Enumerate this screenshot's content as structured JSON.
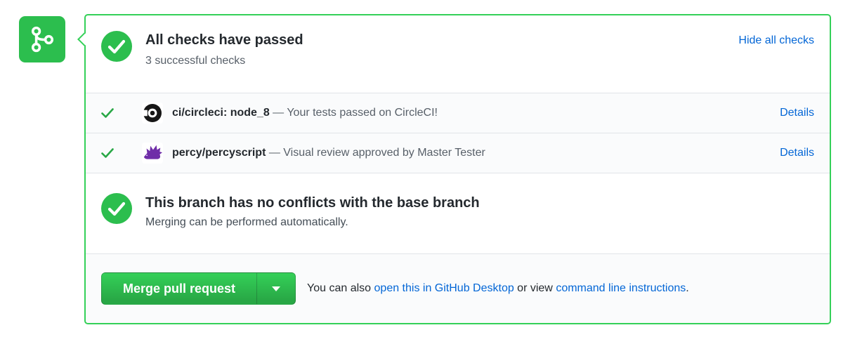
{
  "colors": {
    "brand_green": "#2cbe4e",
    "box_border_green": "#34d058",
    "button_gradient_top": "#34d058",
    "button_gradient_bottom": "#28a745",
    "link_blue": "#0366d6",
    "text_dark": "#24292e",
    "text_gray": "#586069",
    "row_background": "#fafbfc",
    "divider_gray": "#e1e4e8",
    "percy_purple": "#6f2da8",
    "circleci_black": "#161616"
  },
  "status_header": {
    "title": "All checks have passed",
    "subtitle": "3 successful checks",
    "toggle_label": "Hide all checks"
  },
  "checks": [
    {
      "name": "ci/circleci: node_8",
      "description": " — Your tests passed on CircleCI!",
      "details_label": "Details",
      "icon": "circleci-logo"
    },
    {
      "name": "percy/percyscript",
      "description": " — Visual review approved by Master Tester",
      "details_label": "Details",
      "icon": "percy-logo"
    }
  ],
  "merge_status": {
    "title": "This branch has no conflicts with the base branch",
    "subtitle": "Merging can be performed automatically."
  },
  "merge_actions": {
    "merge_button_label": "Merge pull request",
    "alt_text_prefix": "You can also ",
    "desktop_link_label": "open this in GitHub Desktop",
    "alt_text_middle": " or view ",
    "cli_link_label": "command line instructions",
    "alt_text_suffix": "."
  }
}
